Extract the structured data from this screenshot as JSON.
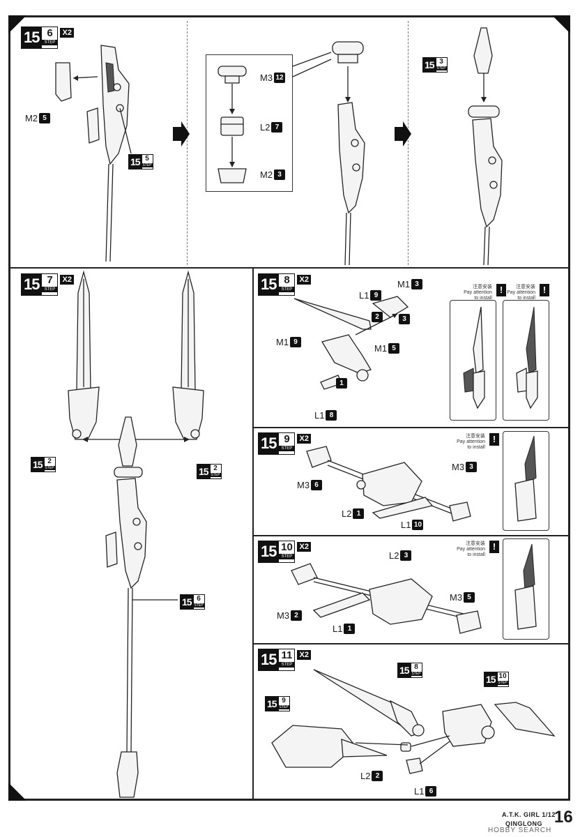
{
  "steps": {
    "s6": {
      "num": "15",
      "sub": "6",
      "tag": "STEP",
      "mult": "X2"
    },
    "s7": {
      "num": "15",
      "sub": "7",
      "tag": "STEP",
      "mult": "X2"
    },
    "s8": {
      "num": "15",
      "sub": "8",
      "tag": "STEP",
      "mult": "X2"
    },
    "s9": {
      "num": "15",
      "sub": "9",
      "tag": "STEP",
      "mult": "X2"
    },
    "s10": {
      "num": "15",
      "sub": "10",
      "tag": "STEP",
      "mult": "X2"
    },
    "s11": {
      "num": "15",
      "sub": "11",
      "tag": "STEP",
      "mult": "X2"
    }
  },
  "refs": {
    "r5": {
      "num": "15",
      "sub": "5",
      "tag": "STEP"
    },
    "r3": {
      "num": "15",
      "sub": "3",
      "tag": "STEP"
    },
    "r2a": {
      "num": "15",
      "sub": "2",
      "tag": "STEP"
    },
    "r2b": {
      "num": "15",
      "sub": "2",
      "tag": "STEP"
    },
    "r6": {
      "num": "15",
      "sub": "6",
      "tag": "STEP"
    },
    "r8": {
      "num": "15",
      "sub": "8",
      "tag": "STEP"
    },
    "r10": {
      "num": "15",
      "sub": "10",
      "tag": "STEP"
    },
    "r9": {
      "num": "15",
      "sub": "9",
      "tag": "STEP"
    }
  },
  "parts": {
    "p6_m2": {
      "code": "M2",
      "n": "5"
    },
    "p6_m3": {
      "code": "M3",
      "n": "12"
    },
    "p6_l2": {
      "code": "L2",
      "n": "7"
    },
    "p6_m2b": {
      "code": "M2",
      "n": "3"
    },
    "p8_l1": {
      "code": "L1",
      "n": "9"
    },
    "p8_m1a": {
      "code": "M1",
      "n": "3"
    },
    "p8_m1b": {
      "code": "M1",
      "n": "9"
    },
    "p8_m1c": {
      "code": "M1",
      "n": "5"
    },
    "p8_l1b": {
      "code": "L1",
      "n": "8"
    },
    "p9_m3a": {
      "code": "M3",
      "n": "6"
    },
    "p9_m3b": {
      "code": "M3",
      "n": "3"
    },
    "p9_l2": {
      "code": "L2",
      "n": "1"
    },
    "p9_l1": {
      "code": "L1",
      "n": "10"
    },
    "p10_l2": {
      "code": "L2",
      "n": "3"
    },
    "p10_m3": {
      "code": "M3",
      "n": "5"
    },
    "p10_m3b": {
      "code": "M3",
      "n": "2"
    },
    "p10_l1": {
      "code": "L1",
      "n": "1"
    },
    "p11_l2": {
      "code": "L2",
      "n": "2"
    },
    "p11_l1": {
      "code": "L1",
      "n": "6"
    }
  },
  "order": {
    "o1": "1",
    "o2": "2",
    "o3": "3"
  },
  "warnings": {
    "w1": {
      "cn": "注意安装",
      "en1": "Pay attention",
      "en2": "to install",
      "bang": "!"
    },
    "w2": {
      "cn": "注意安装",
      "en1": "Pay attention",
      "en2": "to install",
      "bang": "!"
    },
    "w3": {
      "cn": "注意安装",
      "en1": "Pay attention",
      "en2": "to install",
      "bang": "!"
    },
    "w4": {
      "cn": "注意安装",
      "en1": "Pay attention",
      "en2": "to install",
      "bang": "!"
    }
  },
  "footer": {
    "title": "A.T.K. GIRL 1/12",
    "subtitle": "QINGLONG",
    "page": "16"
  },
  "watermark": "HOBBY SEARCH"
}
